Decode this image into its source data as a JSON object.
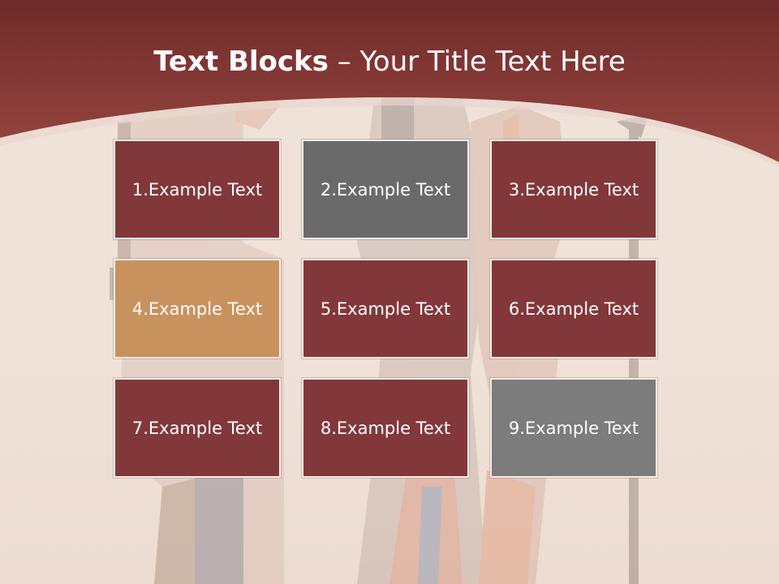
{
  "slide": {
    "title_bold": "Text Blocks",
    "title_sep": " – ",
    "title_rest": "Your Title Text Here"
  },
  "colors": {
    "header": "#8b3a36",
    "tile_red": "#82383a",
    "tile_gray": "#6a6a6a",
    "tile_gray_light": "#7c7c7c",
    "tile_tan": "#c8925f"
  },
  "tiles": [
    {
      "label": "1.Example Text",
      "color": "#82383a"
    },
    {
      "label": "2.Example Text",
      "color": "#6a6a6a"
    },
    {
      "label": "3.Example Text",
      "color": "#82383a"
    },
    {
      "label": "4.Example Text",
      "color": "#c8925f"
    },
    {
      "label": "5.Example Text",
      "color": "#82383a"
    },
    {
      "label": "6.Example Text",
      "color": "#82383a"
    },
    {
      "label": "7.Example Text",
      "color": "#82383a"
    },
    {
      "label": "8.Example Text",
      "color": "#82383a"
    },
    {
      "label": "9.Example Text",
      "color": "#7c7c7c"
    }
  ]
}
